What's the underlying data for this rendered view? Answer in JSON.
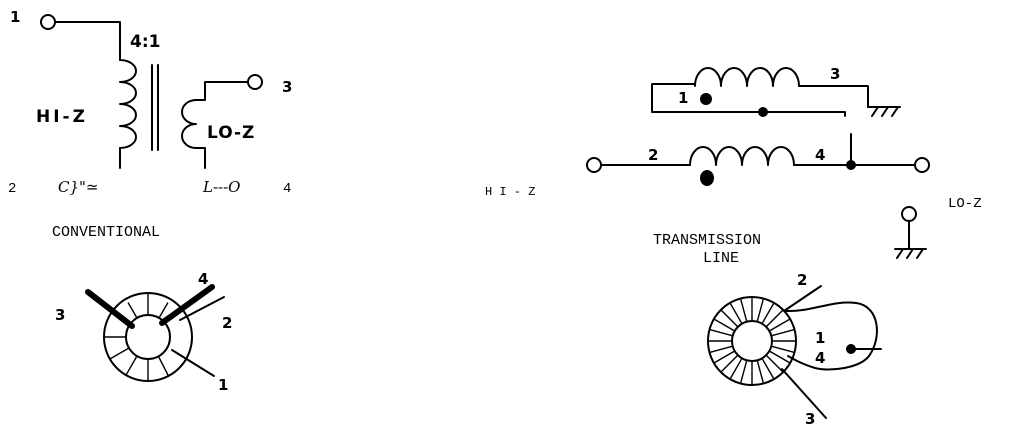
{
  "conventional": {
    "ratio": "4:1",
    "hi_z": "HI-Z",
    "lo_z": "LO-Z",
    "pin1": "1",
    "pin2": "2",
    "pin3": "3",
    "pin4": "4",
    "pin2_glyph": "C}\"≃",
    "pin4_glyph": "L---O",
    "caption": "CONVENTIONAL",
    "toroid": {
      "w3": "3",
      "w4": "4",
      "w2": "2",
      "w1": "1"
    }
  },
  "transmission_line": {
    "pin1": "1",
    "pin3": "3",
    "pin2": "2",
    "pin4": "4",
    "hi_z": "H I - Z",
    "lo_z": "LO-Z",
    "caption_line1": "TRANSMISSION",
    "caption_line2": "LINE",
    "toroid": {
      "w2": "2",
      "w1": "1",
      "w4": "4",
      "w3": "3"
    }
  }
}
